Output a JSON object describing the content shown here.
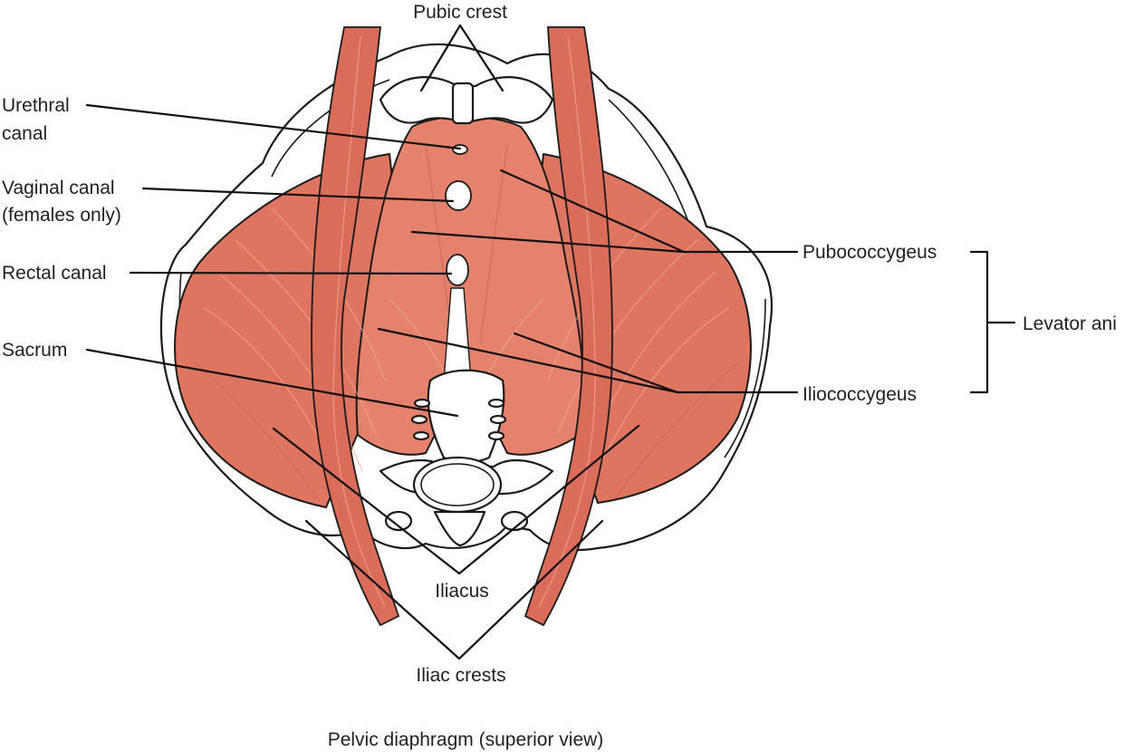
{
  "figure": {
    "caption": "Pelvic diaphragm (superior view)",
    "colors": {
      "muscle": "#e07a66",
      "muscle_light": "#ee9d87",
      "muscle_dark": "#c55d4b",
      "bone": "#ffffff",
      "outline": "#1a1a1a",
      "leader_line": "#111111",
      "text": "#231f20"
    }
  },
  "labels": {
    "pubic_crest": "Pubic crest",
    "urethral_canal_line1": "Urethral",
    "urethral_canal_line2": "canal",
    "vaginal_canal_line1": "Vaginal canal",
    "vaginal_canal_line2": "(females only)",
    "rectal_canal": "Rectal canal",
    "sacrum": "Sacrum",
    "pubococcygeus": "Pubococcygeus",
    "levator_ani": "Levator ani",
    "iliococcygeus": "Iliococcygeus",
    "iliacus": "Iliacus",
    "iliac_crests": "Iliac crests"
  }
}
